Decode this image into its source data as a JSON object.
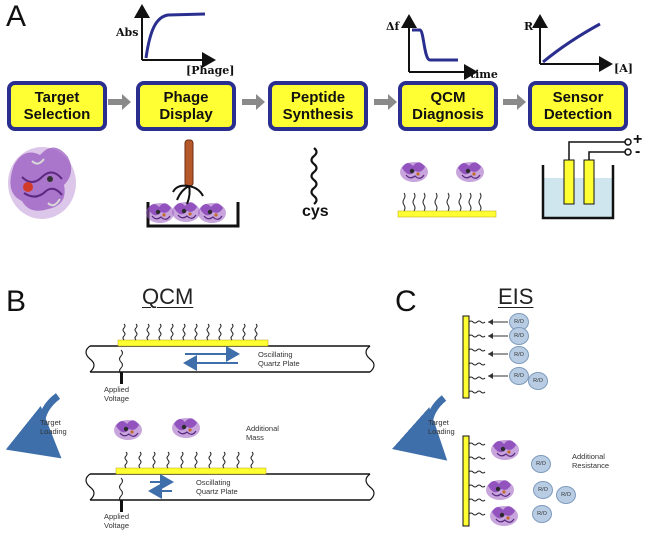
{
  "panel_a": {
    "letter": "A",
    "steps": [
      {
        "label": "Target\nSelection"
      },
      {
        "label": "Phage\nDisplay"
      },
      {
        "label": "Peptide\nSynthesis"
      },
      {
        "label": "QCM\nDiagnosis"
      },
      {
        "label": "Sensor\nDetection"
      }
    ],
    "phage_plot": {
      "y_label": "Abs",
      "x_label": "[Phage]"
    },
    "qcm_plot": {
      "y_label": "Δf",
      "x_label": "time"
    },
    "sensor_plot": {
      "y_label": "R",
      "x_label": "[A]"
    },
    "peptide_tag": "cys",
    "electrode_signs": {
      "plus": "+",
      "minus": "-"
    }
  },
  "panel_b": {
    "letter": "B",
    "title": "QCM",
    "top_oscillating": "Oscillating\nQuartz Plate",
    "top_voltage": "Applied\nVoltage",
    "target_loading": "Target\nLoading",
    "additional_mass": "Additional\nMass",
    "bottom_oscillating": "Oscillating\nQuartz Plate",
    "bottom_voltage": "Applied\nVoltage"
  },
  "panel_c": {
    "letter": "C",
    "title": "EIS",
    "probe_label": "R/O",
    "target_loading": "Target\nLoading",
    "additional_resistance": "Additional\nResistance"
  },
  "colors": {
    "box_fill": "#ffff33",
    "box_border": "#2a2f8f",
    "curve": "#2a2f8f",
    "protein": "#9a5bc0",
    "probe": "#b8cde3",
    "arrow": "#8a8a8a",
    "loading_arrow": "#3f6faa"
  }
}
